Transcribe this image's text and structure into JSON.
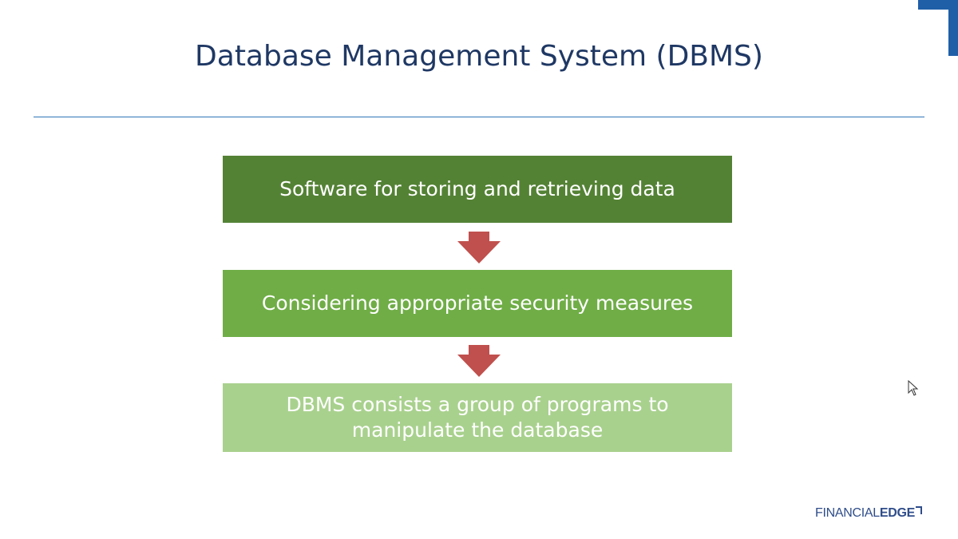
{
  "slide": {
    "title": "Database Management System (DBMS)"
  },
  "flow": {
    "steps": [
      {
        "text": "Software for storing and retrieving data",
        "color": "#548235"
      },
      {
        "text": "Considering appropriate security measures",
        "color": "#70ad47"
      },
      {
        "text": "DBMS consists a group of programs to manipulate the database",
        "color": "#a9d18e"
      }
    ],
    "arrow_color": "#c0504d"
  },
  "brand": {
    "name_light": "FINANCIAL",
    "name_bold": "EDGE",
    "color": "#2f4d8a"
  },
  "theme": {
    "title_color": "#1f3864",
    "rule_color": "#2e75b6",
    "corner_color": "#1f5fa8"
  },
  "icons": {
    "corner": "corner-accent-icon",
    "arrow": "arrow-down-icon",
    "cursor": "mouse-cursor-icon",
    "logo_mark": "logo-bracket-icon"
  }
}
